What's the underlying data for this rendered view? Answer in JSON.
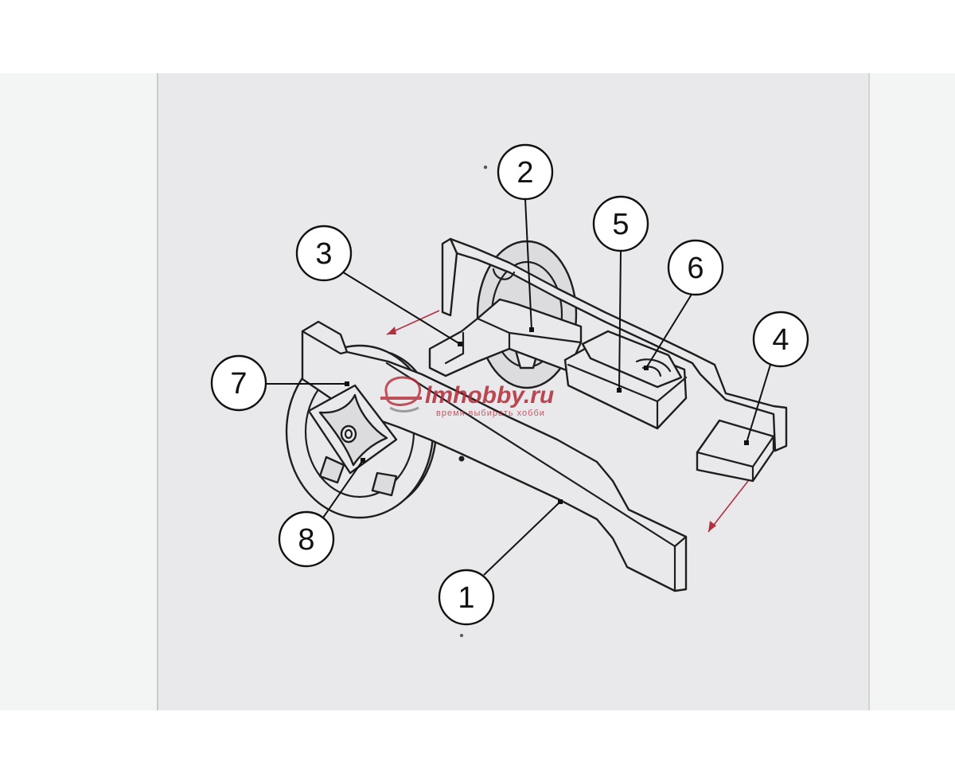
{
  "labels": [
    "1",
    "2",
    "3",
    "4",
    "5",
    "6",
    "7",
    "8"
  ],
  "watermark": {
    "name": "lmhobby.ru",
    "tagline": "время выбирать хобби"
  },
  "colors": {
    "paper": "#e9e9eb",
    "surround": "#f5f6f6",
    "ink": "#1e1e1e",
    "arrow": "#b23040",
    "watermark": "#b42a38"
  }
}
